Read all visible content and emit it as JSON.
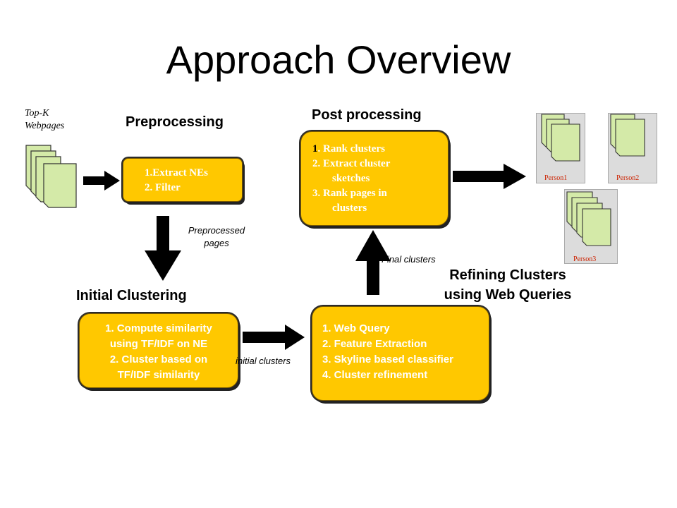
{
  "slide": {
    "title": "Approach Overview"
  },
  "input_label": {
    "line1": "Top-K",
    "line2": "Webpages"
  },
  "stages": {
    "preprocessing": {
      "heading": "Preprocessing",
      "steps": [
        "1.Extract NEs",
        "2. Filter"
      ]
    },
    "initial_clustering": {
      "heading": "Initial Clustering",
      "steps": [
        "1. Compute similarity",
        "using  TF/IDF on NE",
        "2. Cluster based on",
        "TF/IDF similarity"
      ]
    },
    "refining": {
      "heading_line1": "Refining Clusters",
      "heading_line2": "using Web Queries",
      "steps": [
        "1. Web Query",
        "2. Feature Extraction",
        "3. Skyline based classifier",
        "4. Cluster refinement"
      ]
    },
    "post_processing": {
      "heading": "Post processing",
      "step1_num": "1",
      "step1_text": ". Rank clusters",
      "step2a": "2. Extract cluster",
      "step2b": "sketches",
      "step3a": "3. Rank pages in",
      "step3b": "clusters"
    }
  },
  "edges": {
    "preprocessed_line1": "Preprocessed",
    "preprocessed_line2": "pages",
    "initial_clusters": "initial clusters",
    "final_clusters": "Final clusters"
  },
  "outputs": [
    "Person1",
    "Person2",
    "Person3"
  ],
  "colors": {
    "box_fill": "#FFC800",
    "page_fill": "#d4eaa8",
    "person_label": "#cc2200"
  }
}
